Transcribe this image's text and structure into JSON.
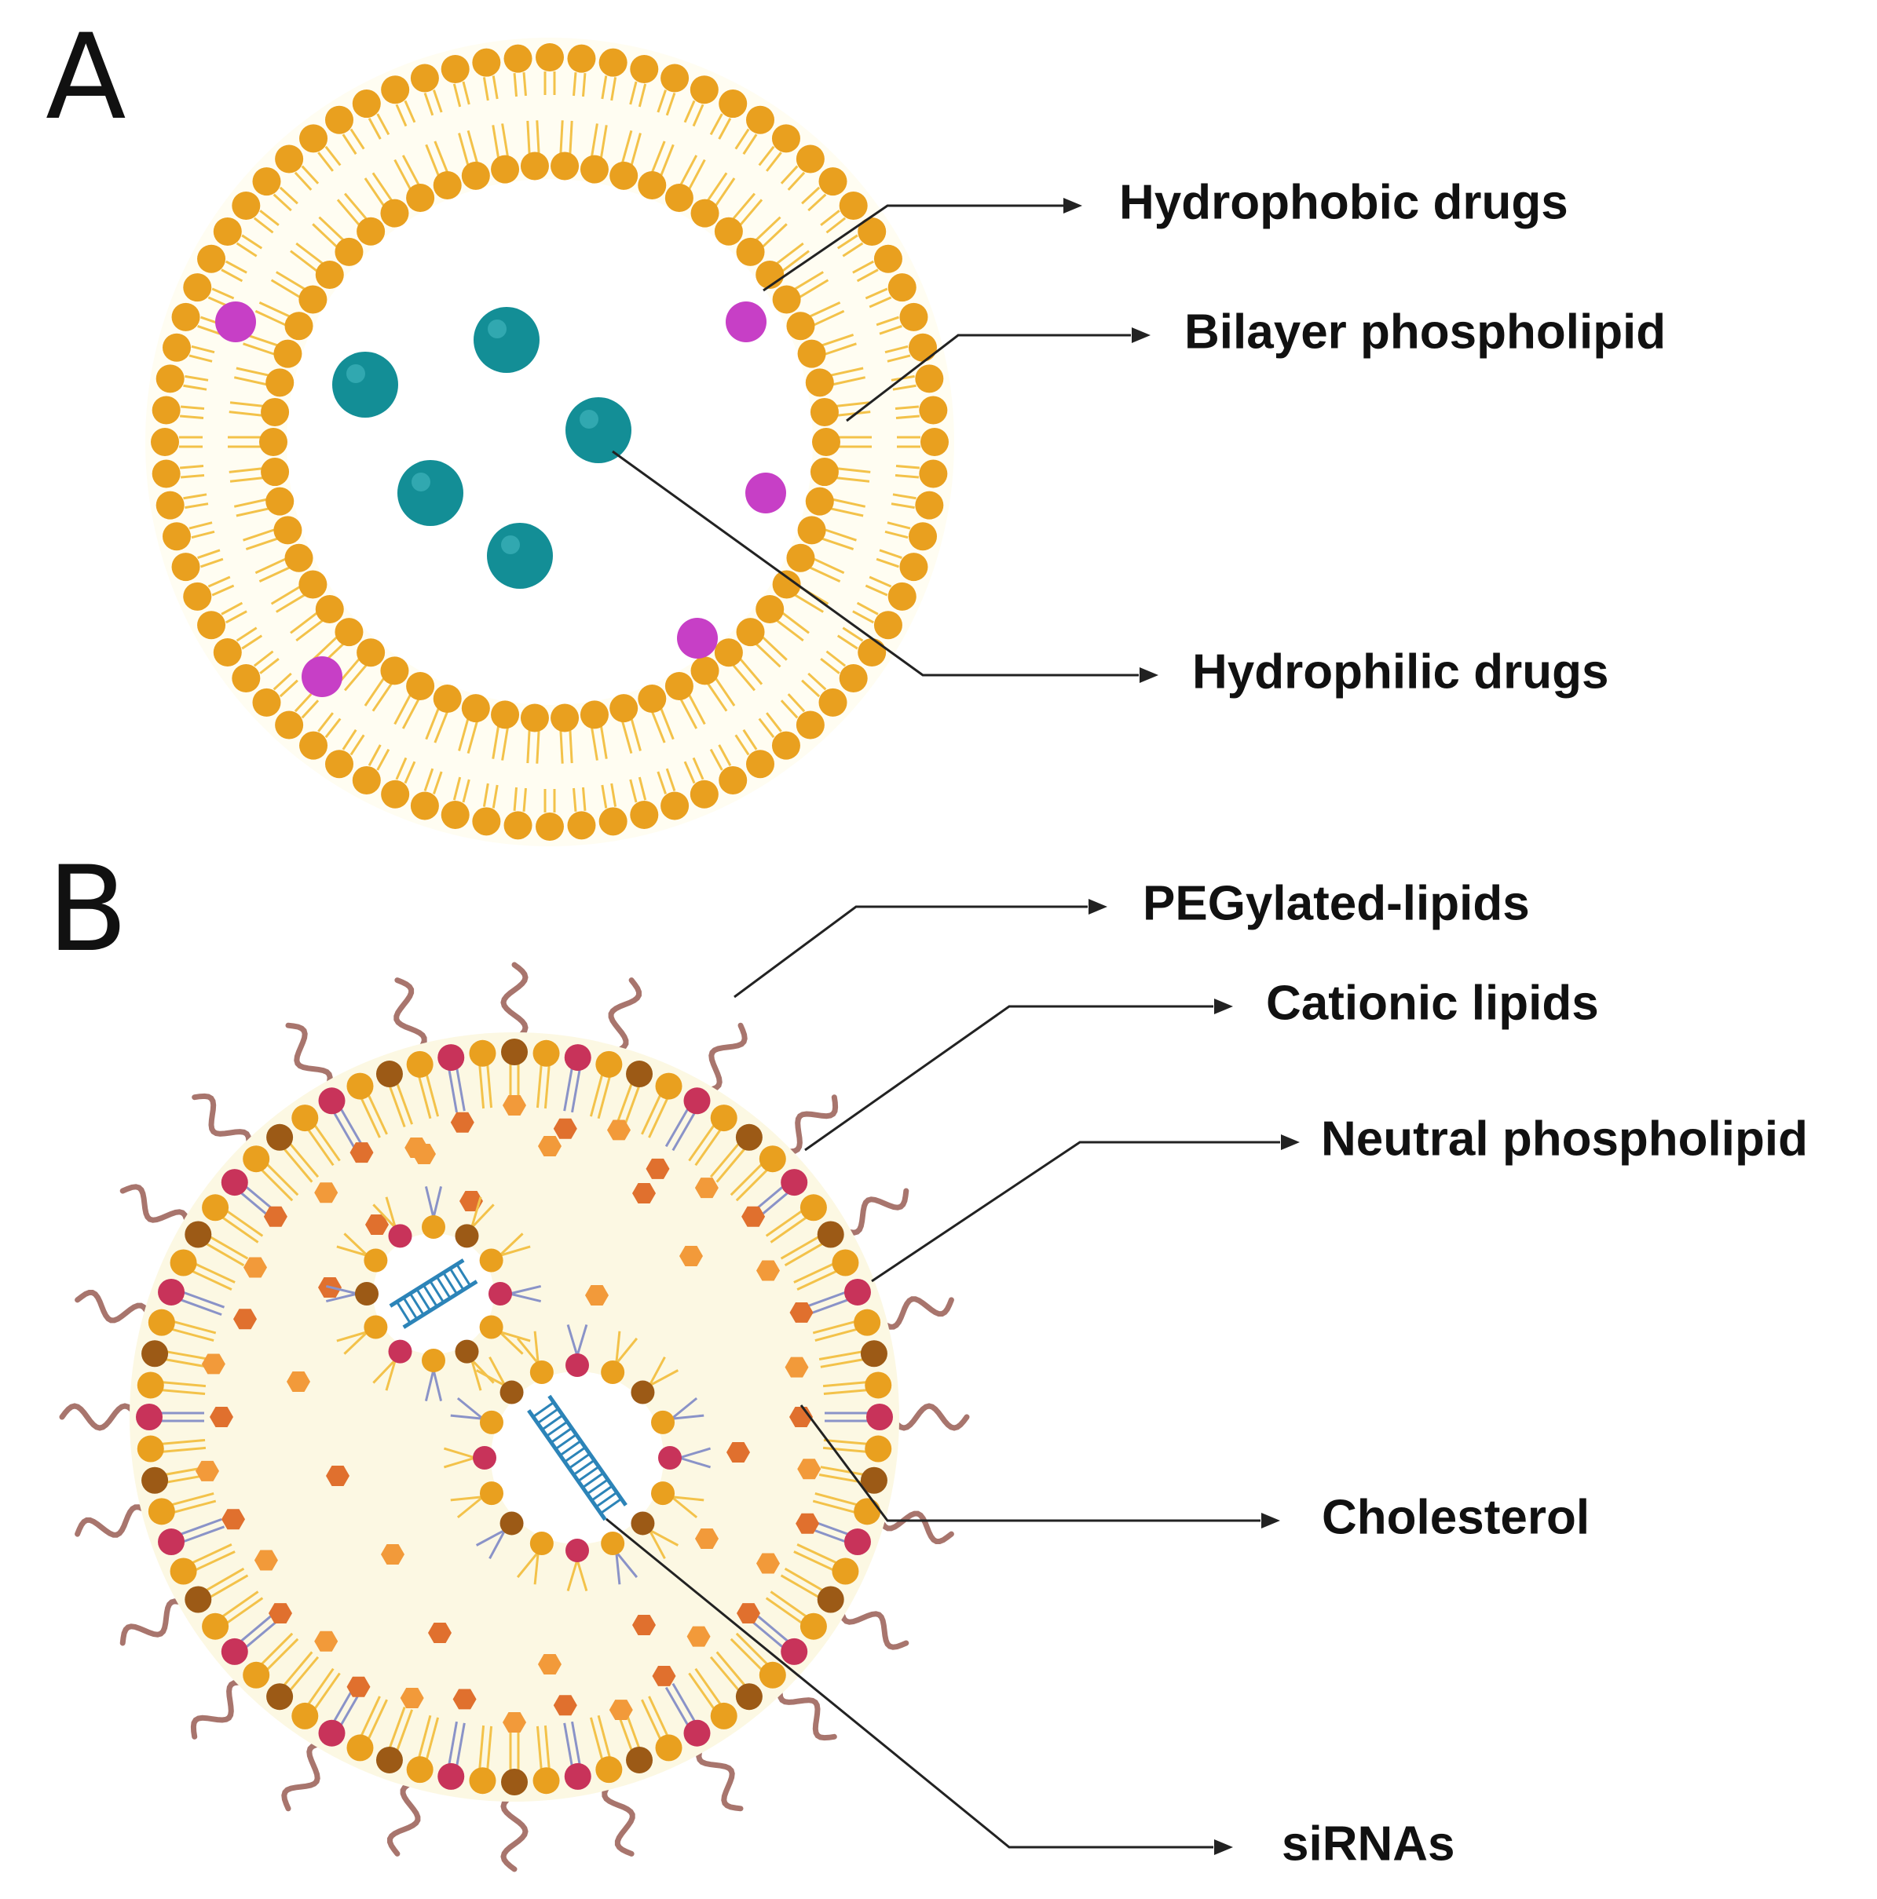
{
  "panels": {
    "a": {
      "letter": "A",
      "labels": {
        "hydrophobic": "Hydrophobic drugs",
        "bilayer": "Bilayer phospholipid",
        "hydrophilic": "Hydrophilic drugs"
      }
    },
    "b": {
      "letter": "B",
      "labels": {
        "peg": "PEGylated-lipids",
        "cationic": "Cationic lipids",
        "neutral": "Neutral phospholipid",
        "cholesterol": "Cholesterol",
        "sirna": "siRNAs"
      }
    }
  },
  "colors": {
    "lipid_head": "#E9A01F",
    "lipid_tail": "#F3C24A",
    "interior": "#FCF8E3",
    "hydrophilic_drug": "#138E96",
    "hydrophobic_drug": "#C73FC6",
    "cationic_head": "#C8335A",
    "neutral_head": "#9C5A16",
    "cholesterol": "#E0702E",
    "cholesterol_light": "#F29A3A",
    "peg_chain": "#A8756D",
    "neutral_tail": "#8A93C8",
    "sirna": "#2C84B8"
  }
}
